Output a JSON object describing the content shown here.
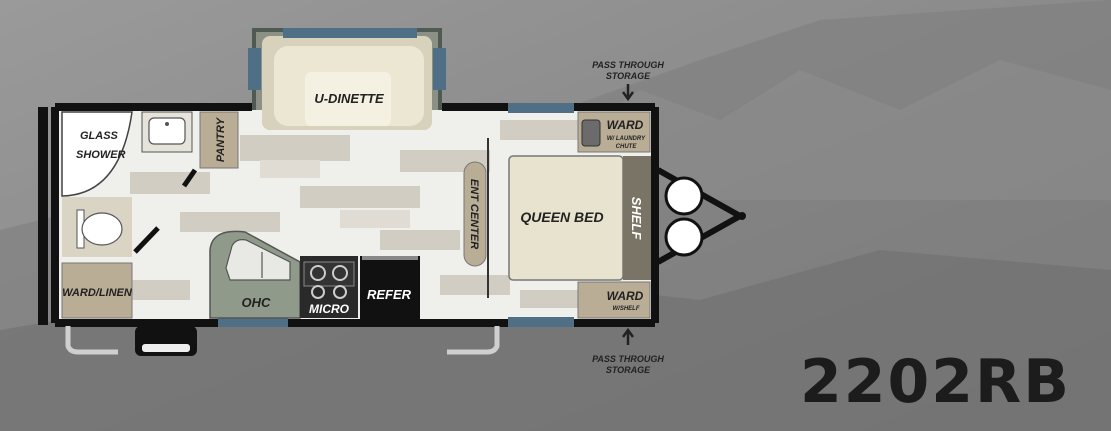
{
  "model_number": "2202RB",
  "labels": {
    "u_dinette": "U-DINETTE",
    "glass_shower": "GLASS",
    "glass_shower_2": "SHOWER",
    "pantry": "PANTRY",
    "ward_linen": "WARD/LINEN",
    "ohc": "OHC",
    "micro": "MICRO",
    "refer": "REFER",
    "ent_center": "ENT CENTER",
    "queen_bed": "QUEEN BED",
    "shelf": "SHELF",
    "ward_top": "WARD",
    "ward_top_sub_1": "W/ LAUNDRY",
    "ward_top_sub_2": "CHUTE",
    "ward_bottom": "WARD",
    "ward_bottom_sub": "W/SHELF",
    "pass_top_1": "PASS THROUGH",
    "pass_top_2": "STORAGE",
    "pass_bottom_1": "PASS THROUGH",
    "pass_bottom_2": "STORAGE"
  },
  "colors": {
    "wall": "#111111",
    "slide_blue": "#4f6f86",
    "cabinet_tan": "#b9ad96",
    "shelf_dark": "#7a7466",
    "floor_light": "#eeeeea",
    "floor_plank": "#cfcac0",
    "cushion": "#e8e3cf",
    "background": "#8c8c8c"
  }
}
